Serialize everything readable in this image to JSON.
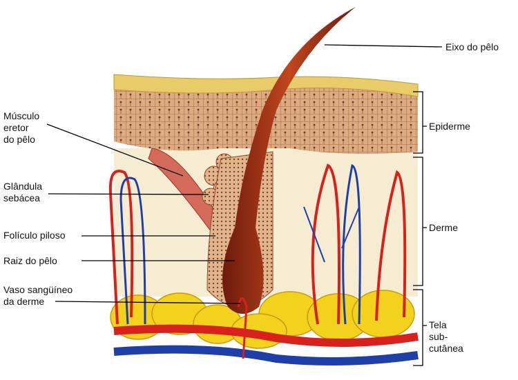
{
  "title_labels": {
    "hair_shaft": "Eixo do pêlo",
    "epidermis": "Epiderme",
    "dermis": "Derme",
    "subcutaneous": [
      "Tela",
      "sub-",
      "cutânea"
    ],
    "arrector_muscle": [
      "Músculo",
      "eretor",
      "do pêlo"
    ],
    "sebaceous_gland": [
      "Glândula",
      "sebácea"
    ],
    "hair_follicle": "Folículo piloso",
    "hair_root": "Raiz do pêlo",
    "blood_vessel": [
      "Vaso sangüíneo",
      "da derme"
    ]
  },
  "colors": {
    "stratum": "#e8cc6a",
    "epidermis": "#d9a57a",
    "dermis": "#f6ecd2",
    "fat": "#f2d21c",
    "artery": "#d8201c",
    "vein": "#1e3ea8",
    "hair": "#a8321a"
  }
}
